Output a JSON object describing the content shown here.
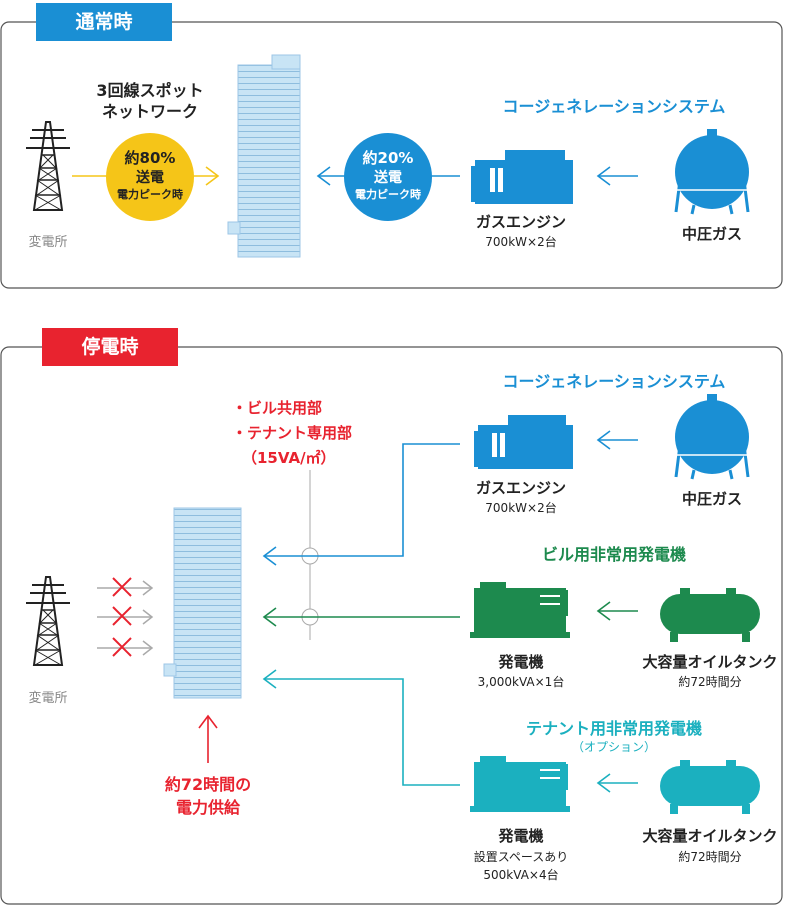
{
  "colors": {
    "blue": "#1a8fd4",
    "red": "#e8232f",
    "yellow": "#f5c518",
    "green": "#1d8a4e",
    "teal": "#1bb0bf",
    "building": "#c8e4f5"
  },
  "normal": {
    "tab_label": "通常時",
    "substation_label": "変電所",
    "spot_network_line1": "3回線スポット",
    "spot_network_line2": "ネットワーク",
    "grid_circle": {
      "line1": "約80%",
      "line2": "送電",
      "line3": "電力ピーク時"
    },
    "cogen_circle": {
      "line1": "約20%",
      "line2": "送電",
      "line3": "電力ピーク時"
    },
    "cogen_title": "コージェネレーションシステム",
    "gas_engine_label": "ガスエンジン",
    "gas_engine_spec": "700kW×2台",
    "gas_tank_label": "中圧ガス"
  },
  "outage": {
    "tab_label": "停電時",
    "substation_label": "変電所",
    "supply_targets": [
      "・ビル共用部",
      "・テナント専用部",
      "（15VA/㎡）"
    ],
    "supply_duration_line1": "約72時間の",
    "supply_duration_line2": "電力供給",
    "cogen_title": "コージェネレーションシステム",
    "gas_engine_label": "ガスエンジン",
    "gas_engine_spec": "700kW×2台",
    "gas_tank_label": "中圧ガス",
    "building_gen_title": "ビル用非常用発電機",
    "building_gen_label": "発電機",
    "building_gen_spec": "3,000kVA×1台",
    "building_oil_label": "大容量オイルタンク",
    "building_oil_spec": "約72時間分",
    "tenant_gen_title": "テナント用非常用発電機",
    "tenant_gen_subtitle": "（オプション）",
    "tenant_gen_label": "発電機",
    "tenant_gen_spec_line1": "設置スペースあり",
    "tenant_gen_spec_line2": "500kVA×4台",
    "tenant_oil_label": "大容量オイルタンク",
    "tenant_oil_spec": "約72時間分"
  }
}
